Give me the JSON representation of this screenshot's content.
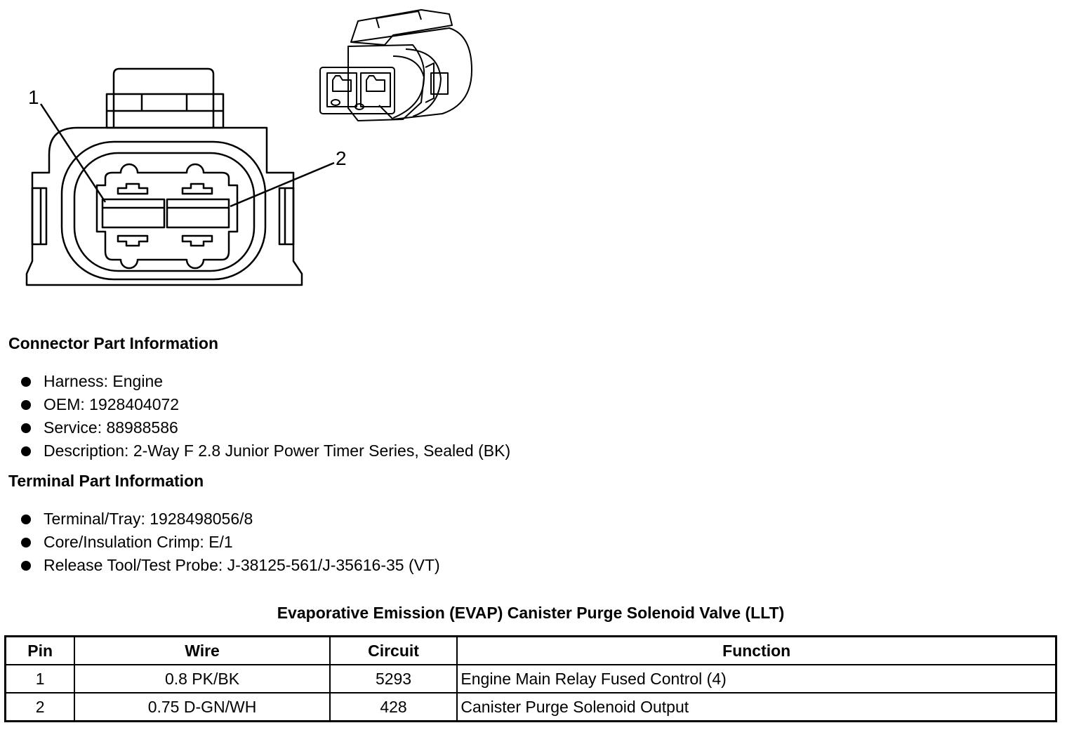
{
  "diagram": {
    "pin_labels": [
      "1",
      "2"
    ]
  },
  "connector_section": {
    "heading": "Connector Part Information",
    "items": [
      "Harness: Engine",
      "OEM: 1928404072",
      "Service: 88988586",
      "Description: 2-Way F 2.8 Junior Power Timer Series, Sealed (BK)"
    ]
  },
  "terminal_section": {
    "heading": "Terminal Part Information",
    "items": [
      "Terminal/Tray: 1928498056/8",
      "Core/Insulation Crimp: E/1",
      "Release Tool/Test Probe: J-38125-561/J-35616-35 (VT)"
    ]
  },
  "table": {
    "title": "Evaporative Emission (EVAP) Canister Purge Solenoid Valve (LLT)",
    "headers": {
      "pin": "Pin",
      "wire": "Wire",
      "circuit": "Circuit",
      "function": "Function"
    },
    "rows": [
      {
        "pin": "1",
        "wire": "0.8 PK/BK",
        "circuit": "5293",
        "function": "Engine Main Relay Fused Control (4)"
      },
      {
        "pin": "2",
        "wire": "0.75 D-GN/WH",
        "circuit": "428",
        "function": "Canister Purge Solenoid Output"
      }
    ]
  }
}
